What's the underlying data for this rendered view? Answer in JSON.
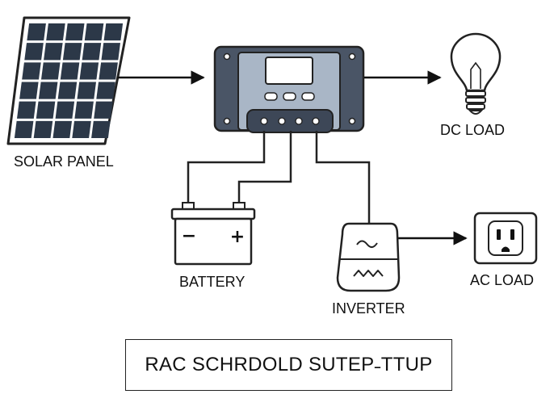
{
  "labels": {
    "solar_panel": "SOLAR PANEL",
    "dc_load": "DC LOAD",
    "battery": "BATTERY",
    "inverter": "INVERTER",
    "ac_load": "AC LOAD"
  },
  "battery_terminals": {
    "negative": "−",
    "positive": "+"
  },
  "title": "RAC SCHRDOLD SUTEP˗TTUP",
  "icons": {
    "solar_panel": "solar-panel-icon",
    "charge_controller": "charge-controller-icon",
    "light_bulb": "light-bulb-icon",
    "battery": "battery-icon",
    "inverter": "inverter-icon",
    "outlet": "ac-outlet-icon"
  },
  "colors": {
    "outline": "#222222",
    "controller_body": "#4a5566",
    "controller_panel": "#a9b6c6",
    "panel_cell": "#2c3848",
    "light_fill": "#f2f2f2"
  }
}
